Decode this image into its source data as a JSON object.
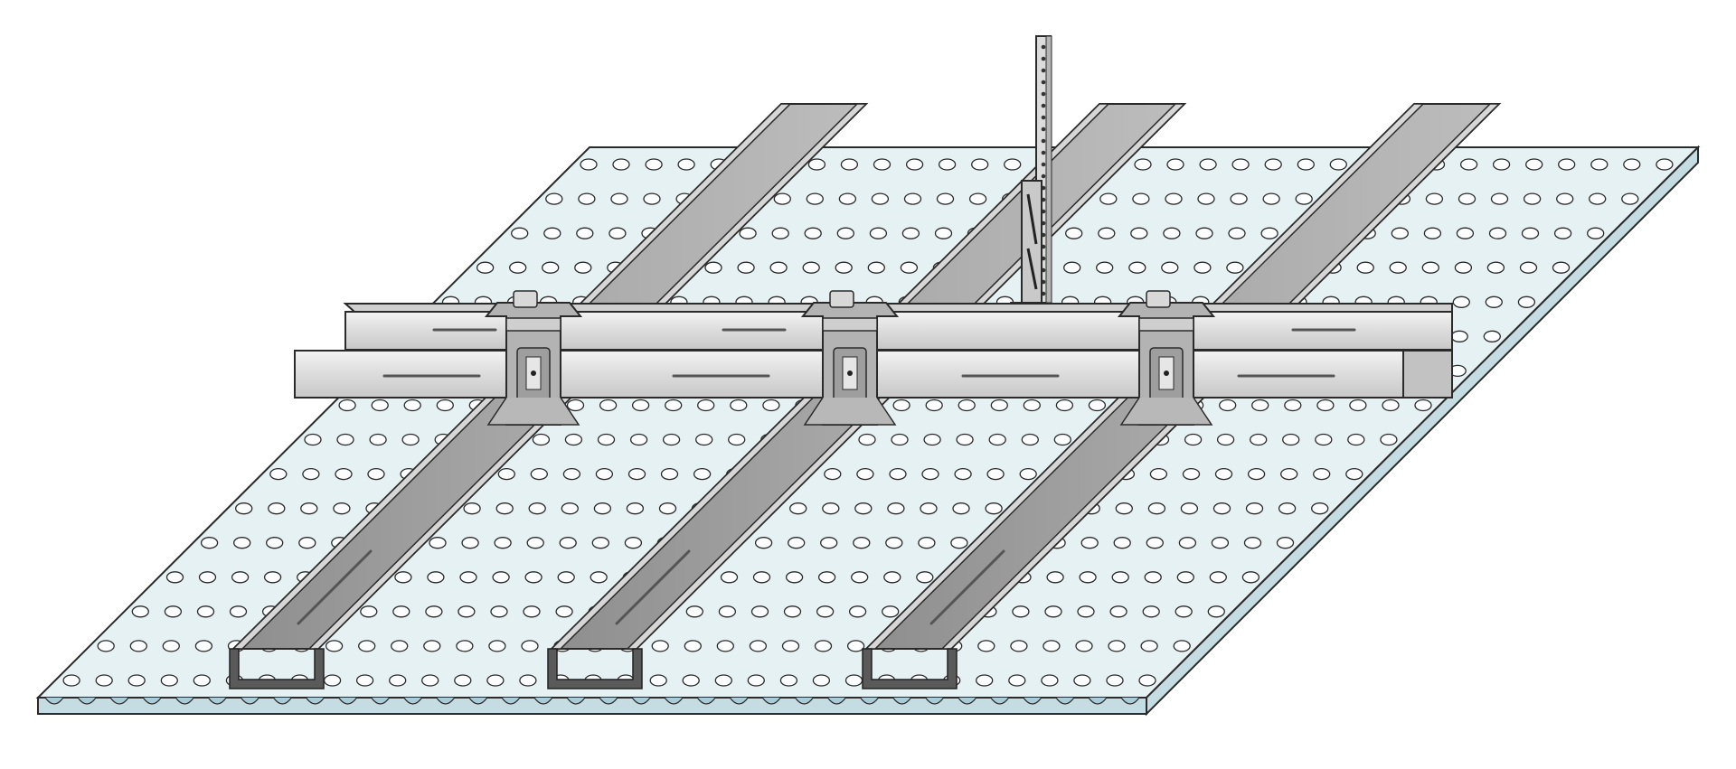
{
  "diagram": {
    "subject": "perforated-ceiling-board-with-metal-grid-suspension",
    "colors": {
      "background": "#ffffff",
      "board_face": "#e6f1f4",
      "board_edge": "#c5dce3",
      "perforation_fill": "#fbfdfe",
      "outline": "#2a2a2a",
      "profile_light": "#e3e3e3",
      "profile_mid": "#c4c4c4",
      "profile_dark": "#9c9c9c",
      "clip": "#b3b3b3"
    },
    "components": {
      "board_perforation_columns": 34,
      "board_perforation_rows": 16,
      "runner_count": 3,
      "connector_count": 3,
      "hanger_count": 1
    }
  }
}
